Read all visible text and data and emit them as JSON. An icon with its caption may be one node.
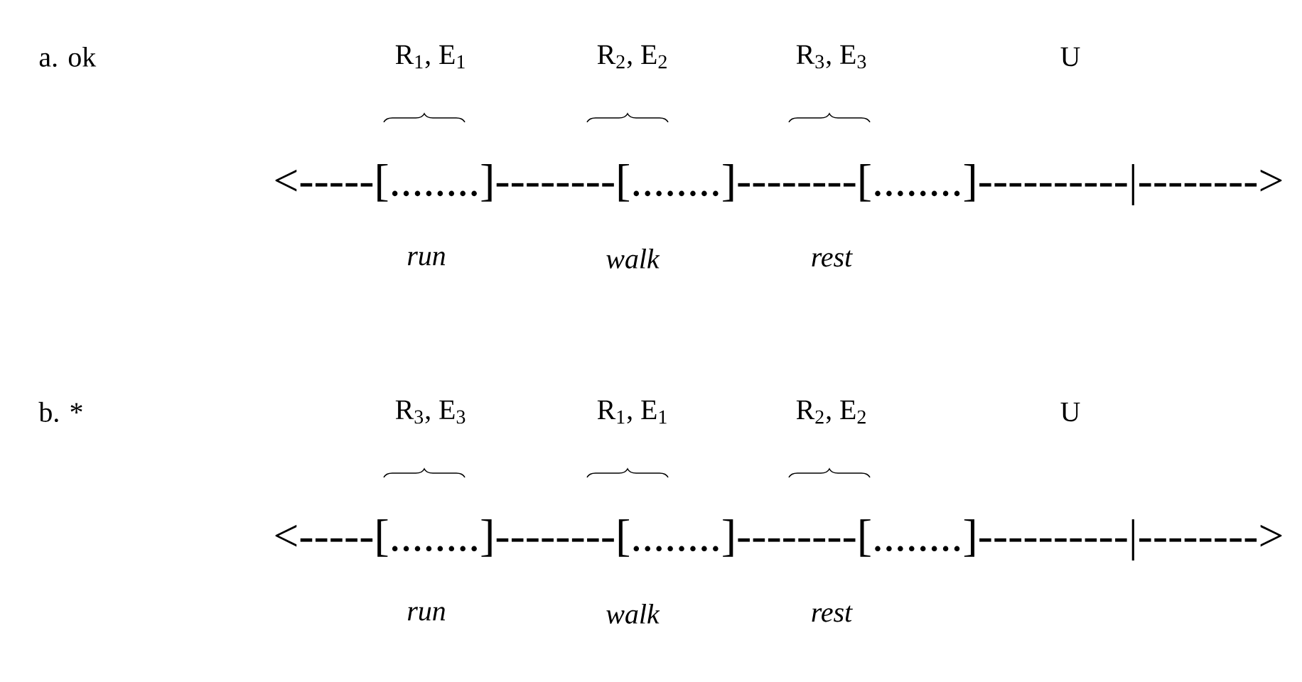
{
  "diagram": {
    "labels": [
      "a. ok",
      "R$_{1}$, E$_{1}$",
      "R$_{2}$, E$_{2}$",
      "R$_{3}$, E$_{3}$",
      "U",
      "<-----[........]--------[........]--------[........]----------|-------->",
      "run",
      "walk",
      "rest",
      "b. *",
      "R$_{3}$, E$_{3}$",
      "R$_{1}$, E$_{1}$",
      "R$_{2}$, E$_{2}$",
      "U",
      "<-----[........]--------[........]--------[........]----------|-------->",
      "run",
      "walk",
      "rest"
    ]
  }
}
